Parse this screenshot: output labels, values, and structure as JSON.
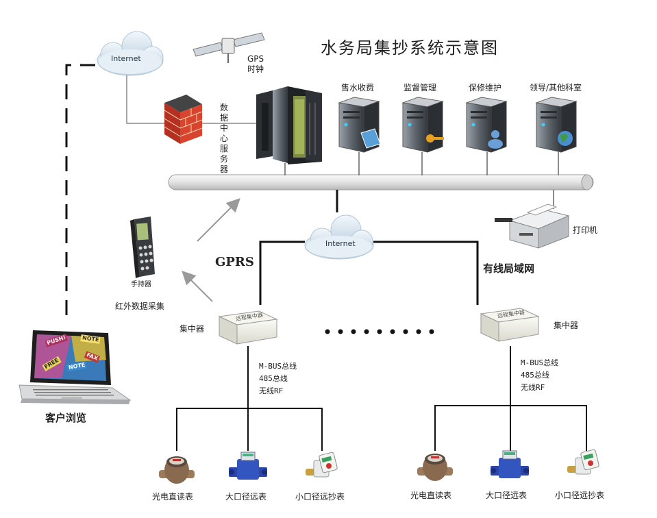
{
  "title": "水务局集抄系统示意图",
  "internet_label": "Internet",
  "gps": {
    "line1": "GPS",
    "line2": "时钟"
  },
  "data_center_label": "数据中心服务器",
  "servers": [
    "售水收费",
    "监督管理",
    "保修维护",
    "领导/其他科室"
  ],
  "printer_label": "打印机",
  "gprs_label": "GPRS",
  "wired_lan_label": "有线局域网",
  "handheld": {
    "label": "手持器",
    "caption": "红外数据采集"
  },
  "concentrator_label": "集中器",
  "concentrator_text": "远程集中器",
  "bus_lines": [
    "M-BUS总线",
    "485总线",
    "无线RF"
  ],
  "meters": [
    "光电直读表",
    "大口径远表",
    "小口径远抄表"
  ],
  "client_label": "客户浏览",
  "laptop_screen_labels": [
    "PUSH!",
    "NOTE",
    "FAX",
    "FREE",
    "NOTE"
  ],
  "colors": {
    "line": "#111111",
    "pipe": "#dcdcdc",
    "firewall": "#c0392b",
    "cloud": "#d6e4ef",
    "arrow": "#9a9a9a"
  },
  "icons": {
    "satellite": "satellite-icon",
    "firewall": "firewall-icon",
    "cloud": "cloud-icon",
    "server": "server-icon",
    "printer": "printer-icon",
    "laptop": "laptop-icon",
    "handheld": "handheld-terminal-icon",
    "concentrator": "concentrator-icon",
    "meter": "water-meter-icon"
  }
}
